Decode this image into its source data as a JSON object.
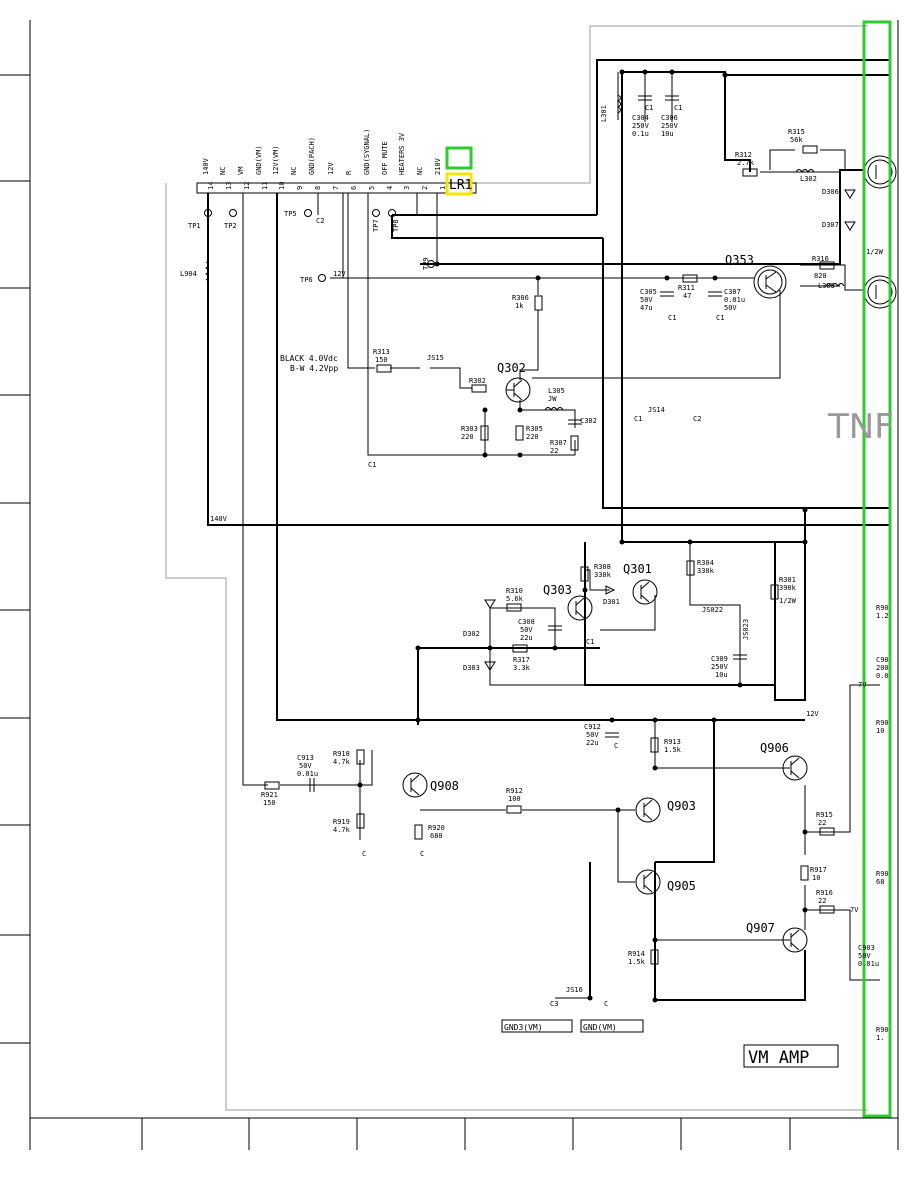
{
  "sheet": {
    "section_label": "VM AMP",
    "partial_label": "TNF",
    "ground_labels": [
      "GND3(VM)",
      "GND(VM)"
    ]
  },
  "connector": {
    "name": "LR1",
    "pins": [
      {
        "num": "14",
        "name": "140V"
      },
      {
        "num": "13",
        "name": "NC"
      },
      {
        "num": "12",
        "name": "VM"
      },
      {
        "num": "11",
        "name": "GND(VM)"
      },
      {
        "num": "10",
        "name": "12V(VM)"
      },
      {
        "num": "9",
        "name": "NC"
      },
      {
        "num": "8",
        "name": "GND(PACH)"
      },
      {
        "num": "7",
        "name": "12V"
      },
      {
        "num": "6",
        "name": "R"
      },
      {
        "num": "5",
        "name": "GND(SYGNAL)"
      },
      {
        "num": "4",
        "name": "OFF MUTE"
      },
      {
        "num": "3",
        "name": "HEATERS 3V"
      },
      {
        "num": "2",
        "name": "NC"
      },
      {
        "num": "1",
        "name": "210V"
      }
    ]
  },
  "test_points": [
    "TP1",
    "TP2",
    "TP5",
    "TP6",
    "TP7",
    "TP8",
    "TP9"
  ],
  "transistors": [
    "Q302",
    "Q353",
    "Q303",
    "Q301",
    "Q906",
    "Q908",
    "Q903",
    "Q905",
    "Q907"
  ],
  "notes": {
    "black_level": "BLACK 4.0Vdc",
    "bw_level": "B-W 4.2Vpp",
    "v140": "140V",
    "v12_tp6": "12V",
    "v12_right": "12V",
    "v7_top": "7V",
    "v7_bottom": "7V",
    "q1w": "1/2W"
  },
  "components": {
    "L904": [
      "L904"
    ],
    "L301": [
      "L301"
    ],
    "C304": [
      "C304",
      "250V",
      "0.1u"
    ],
    "C306": [
      "C306",
      "250V",
      "10u"
    ],
    "R315": [
      "R315",
      "56k"
    ],
    "R312": [
      "R312",
      "2.7k"
    ],
    "L302": [
      "L302"
    ],
    "D306": [
      "D306"
    ],
    "D307": [
      "D307"
    ],
    "R316": [
      "R316",
      "820"
    ],
    "L303": [
      "L303"
    ],
    "R306": [
      "R306",
      "1k"
    ],
    "C305": [
      "C305",
      "50V",
      "47u"
    ],
    "R311": [
      "R311",
      "47"
    ],
    "C307": [
      "C307",
      "0.01u",
      "50V"
    ],
    "R313": [
      "R313",
      "150"
    ],
    "JS15": [
      "JS15"
    ],
    "R302": [
      "R302"
    ],
    "L305": [
      "L305",
      "JW"
    ],
    "C302": [
      "C302"
    ],
    "R303": [
      "R303",
      "220"
    ],
    "R305": [
      "R305",
      "220"
    ],
    "R307": [
      "R307",
      "22"
    ],
    "JS14": [
      "JS14"
    ],
    "R308": [
      "R308",
      "330k"
    ],
    "R304": [
      "R304",
      "330k"
    ],
    "R301": [
      "R301",
      "390k",
      "1/2W"
    ],
    "R310": [
      "R310",
      "5.6k"
    ],
    "D301": [
      "D301"
    ],
    "C308": [
      "C308",
      "50V",
      "22u"
    ],
    "JS022": [
      "JS022"
    ],
    "JS023": [
      "JS023"
    ],
    "D302": [
      "D302"
    ],
    "D303": [
      "D303"
    ],
    "R317": [
      "R317",
      "3.3k"
    ],
    "C309": [
      "C309",
      "250V",
      "10u"
    ],
    "C912": [
      "C912",
      "50V",
      "22u"
    ],
    "R913": [
      "R913",
      "1.5k"
    ],
    "C913": [
      "C913",
      "50V",
      "0.01u"
    ],
    "R918": [
      "R918",
      "4.7k"
    ],
    "R921": [
      "R921",
      "150"
    ],
    "R919": [
      "R919",
      "4.7k"
    ],
    "R920": [
      "R920",
      "680"
    ],
    "R912": [
      "R912",
      "100"
    ],
    "R915": [
      "R915",
      "22"
    ],
    "R917": [
      "R917",
      "10"
    ],
    "R916": [
      "R916",
      "22"
    ],
    "R914": [
      "R914",
      "1.5k"
    ],
    "JS16": [
      "JS16"
    ]
  },
  "grounds": {
    "c1": "C1",
    "c2": "C2",
    "c3": "C3",
    "c": "C"
  },
  "edge_labels": [
    "R90",
    "1.2",
    "C90",
    "200",
    "0.0",
    "R90",
    "10",
    "R90",
    "68",
    "C903",
    "50V",
    "0.01u",
    "R90",
    "1."
  ]
}
